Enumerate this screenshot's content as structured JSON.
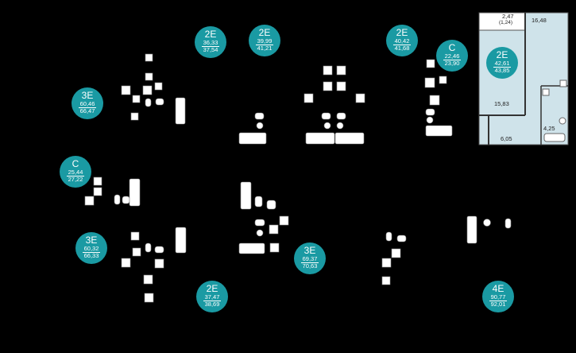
{
  "colors": {
    "badge": "#1a9aa3",
    "highlight_fill": "#cfe3ea",
    "fixture": "#ffffff",
    "background": "#000000"
  },
  "apartments": [
    {
      "id": "apt-2e-top-1",
      "type": "2E",
      "area_living": "36,33",
      "area_total": "37,54"
    },
    {
      "id": "apt-2e-top-2",
      "type": "2E",
      "area_living": "39,99",
      "area_total": "41,21"
    },
    {
      "id": "apt-2e-top-3",
      "type": "2E",
      "area_living": "40,42",
      "area_total": "41,68"
    },
    {
      "id": "apt-c-top",
      "type": "C",
      "area_living": "22,46",
      "area_total": "23,90"
    },
    {
      "id": "apt-2e-selected",
      "type": "2E",
      "area_living": "42,61",
      "area_total": "43,85"
    },
    {
      "id": "apt-3e-left-top",
      "type": "3E",
      "area_living": "60,46",
      "area_total": "66,47"
    },
    {
      "id": "apt-c-left",
      "type": "C",
      "area_living": "25,44",
      "area_total": "27,22"
    },
    {
      "id": "apt-3e-left-bottom",
      "type": "3E",
      "area_living": "60,32",
      "area_total": "66,33"
    },
    {
      "id": "apt-3e-center",
      "type": "3E",
      "area_living": "69,37",
      "area_total": "70,63"
    },
    {
      "id": "apt-2e-bottom",
      "type": "2E",
      "area_living": "37,47",
      "area_total": "38,69"
    },
    {
      "id": "apt-4e",
      "type": "4E",
      "area_living": "90,77",
      "area_total": "92,01"
    }
  ],
  "selected_plan": {
    "rooms": [
      {
        "id": "room-loggia",
        "label": "2,47",
        "sub": "(1,24)"
      },
      {
        "id": "room-living",
        "label": "16,48"
      },
      {
        "id": "room-bedroom",
        "label": "15,83"
      },
      {
        "id": "room-bath",
        "label": "4,25"
      },
      {
        "id": "room-hall",
        "label": "6,05"
      }
    ]
  }
}
